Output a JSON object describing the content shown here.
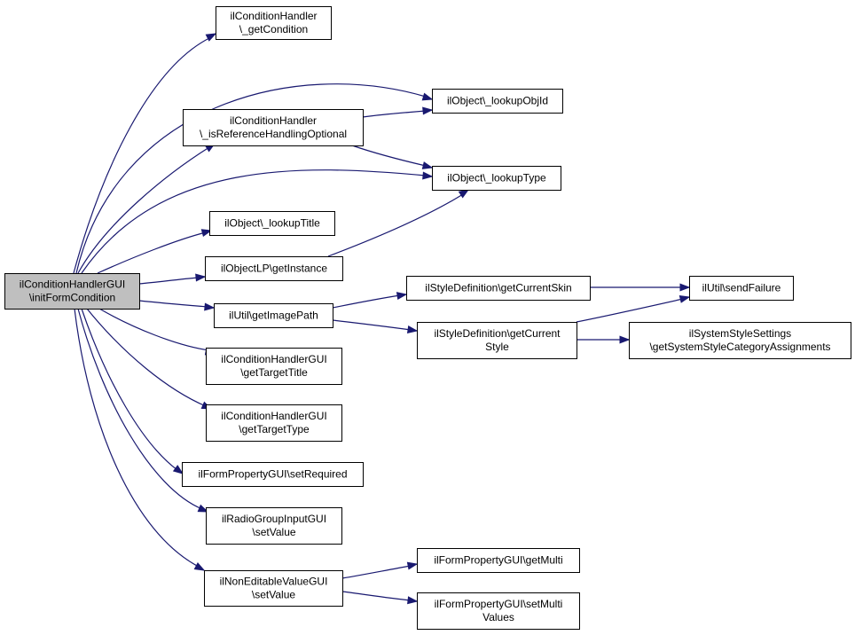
{
  "colors": {
    "edge": "#191970",
    "root_fill": "#bfbfbf",
    "node_fill": "#ffffff",
    "border": "#000000"
  },
  "nodes": {
    "root": [
      "ilConditionHandlerGUI",
      "\\initFormCondition"
    ],
    "getCondition": [
      "ilConditionHandler",
      "\\_getCondition"
    ],
    "lookupObjId": [
      "ilObject\\_lookupObjId"
    ],
    "isRefOptional": [
      "ilConditionHandler",
      "\\_isReferenceHandlingOptional"
    ],
    "lookupType": [
      "ilObject\\_lookupType"
    ],
    "lookupTitle": [
      "ilObject\\_lookupTitle"
    ],
    "getInstance": [
      "ilObjectLP\\getInstance"
    ],
    "getImagePath": [
      "ilUtil\\getImagePath"
    ],
    "getCurrentSkin": [
      "ilStyleDefinition\\getCurrentSkin"
    ],
    "sendFailure": [
      "ilUtil\\sendFailure"
    ],
    "getCurrentStyle": [
      "ilStyleDefinition\\getCurrent",
      "Style"
    ],
    "getSystemStyle": [
      "ilSystemStyleSettings",
      "\\getSystemStyleCategoryAssignments"
    ],
    "getTargetTitle": [
      "ilConditionHandlerGUI",
      "\\getTargetTitle"
    ],
    "getTargetType": [
      "ilConditionHandlerGUI",
      "\\getTargetType"
    ],
    "setRequired": [
      "ilFormPropertyGUI\\setRequired"
    ],
    "radioSetValue": [
      "ilRadioGroupInputGUI",
      "\\setValue"
    ],
    "nonEditSetValue": [
      "ilNonEditableValueGUI",
      "\\setValue"
    ],
    "getMulti": [
      "ilFormPropertyGUI\\getMulti"
    ],
    "setMulti": [
      "ilFormPropertyGUI\\setMulti",
      "Values"
    ]
  },
  "edges": [
    [
      "root",
      "getCondition"
    ],
    [
      "root",
      "lookupObjId"
    ],
    [
      "root",
      "isRefOptional"
    ],
    [
      "root",
      "lookupType"
    ],
    [
      "root",
      "lookupTitle"
    ],
    [
      "root",
      "getInstance"
    ],
    [
      "root",
      "getImagePath"
    ],
    [
      "root",
      "getTargetTitle"
    ],
    [
      "root",
      "getTargetType"
    ],
    [
      "root",
      "setRequired"
    ],
    [
      "root",
      "radioSetValue"
    ],
    [
      "root",
      "nonEditSetValue"
    ],
    [
      "isRefOptional",
      "lookupObjId"
    ],
    [
      "isRefOptional",
      "lookupType"
    ],
    [
      "getInstance",
      "lookupType"
    ],
    [
      "getImagePath",
      "getCurrentSkin"
    ],
    [
      "getImagePath",
      "getCurrentStyle"
    ],
    [
      "getCurrentSkin",
      "sendFailure"
    ],
    [
      "getCurrentStyle",
      "sendFailure"
    ],
    [
      "getCurrentStyle",
      "getSystemStyle"
    ],
    [
      "nonEditSetValue",
      "getMulti"
    ],
    [
      "nonEditSetValue",
      "setMulti"
    ]
  ]
}
